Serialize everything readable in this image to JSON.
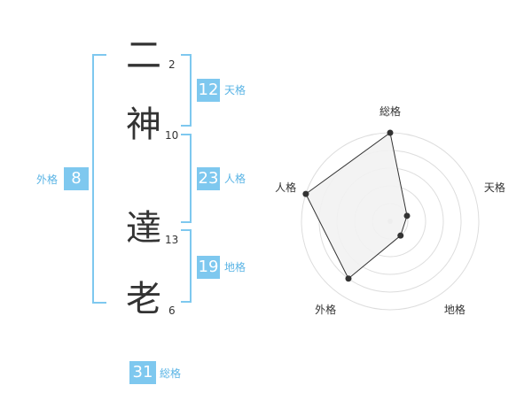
{
  "name": {
    "chars": [
      {
        "char": "二",
        "strokes": "2"
      },
      {
        "char": "神",
        "strokes": "10"
      },
      {
        "char": "達",
        "strokes": "13"
      },
      {
        "char": "老",
        "strokes": "6"
      }
    ]
  },
  "kaku": {
    "tenkaku": {
      "value": "12",
      "label": "天格"
    },
    "jinkaku": {
      "value": "23",
      "label": "人格"
    },
    "chikaku": {
      "value": "19",
      "label": "地格"
    },
    "gaikaku": {
      "value": "8",
      "label": "外格"
    },
    "soukaku": {
      "value": "31",
      "label": "総格"
    }
  },
  "chart_data": {
    "type": "radar",
    "axes": [
      "総格",
      "天格",
      "地格",
      "外格",
      "人格"
    ],
    "values": [
      5,
      1,
      1,
      4,
      5
    ],
    "range": [
      0,
      5
    ],
    "rings": 5
  },
  "colors": {
    "accent": "#7ec8ef",
    "label": "#5ab4e5",
    "text": "#333333",
    "radar_fill": "#f2f2f2",
    "radar_ring": "#dddddd"
  }
}
